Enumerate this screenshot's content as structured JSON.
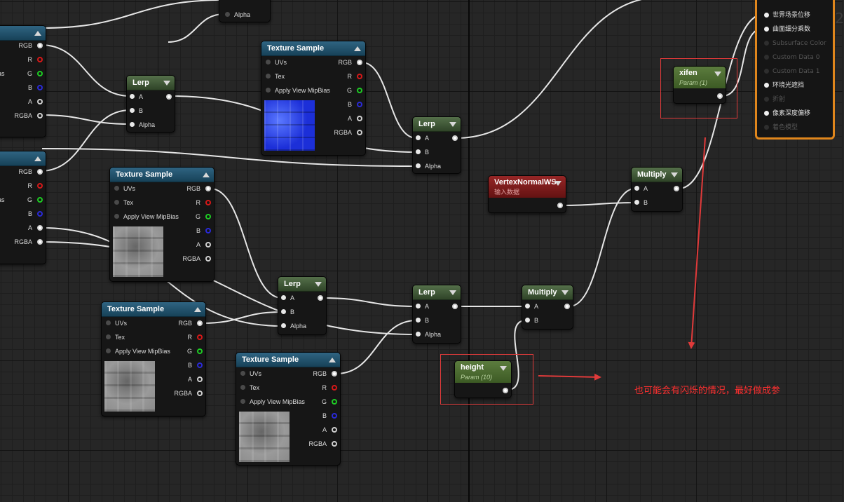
{
  "zoom_label": "缩放-2",
  "nodes": {
    "left_top": {
      "pins": {
        "rgb": "RGB",
        "r": "R",
        "g": "G",
        "b": "B",
        "a": "A",
        "rgba": "RGBA"
      },
      "cut_label": "ias"
    },
    "left_mid": {
      "pins": {
        "rgb": "RGB",
        "r": "R",
        "g": "G",
        "b": "B",
        "a": "A",
        "rgba": "RGBA"
      },
      "cut_label": "ias"
    },
    "alpha_pin_top": "Alpha",
    "lerp1": {
      "title": "Lerp",
      "a": "A",
      "b": "B",
      "alpha": "Alpha"
    },
    "tex1": {
      "title": "Texture Sample",
      "uvs": "UVs",
      "tex": "Tex",
      "mip": "Apply View MipBias",
      "rgb": "RGB",
      "r": "R",
      "g": "G",
      "b": "B",
      "a": "A",
      "rgba": "RGBA"
    },
    "lerp2": {
      "title": "Lerp",
      "a": "A",
      "b": "B",
      "alpha": "Alpha"
    },
    "tex2": {
      "title": "Texture Sample",
      "uvs": "UVs",
      "tex": "Tex",
      "mip": "Apply View MipBias",
      "rgb": "RGB",
      "r": "R",
      "g": "G",
      "b": "B",
      "a": "A",
      "rgba": "RGBA"
    },
    "tex3": {
      "title": "Texture Sample",
      "uvs": "UVs",
      "tex": "Tex",
      "mip": "Apply View MipBias",
      "rgb": "RGB",
      "r": "R",
      "g": "G",
      "b": "B",
      "a": "A",
      "rgba": "RGBA"
    },
    "tex4": {
      "title": "Texture Sample",
      "uvs": "UVs",
      "tex": "Tex",
      "mip": "Apply View MipBias",
      "rgb": "RGB",
      "r": "R",
      "g": "G",
      "b": "B",
      "a": "A",
      "rgba": "RGBA"
    },
    "lerp3": {
      "title": "Lerp",
      "a": "A",
      "b": "B",
      "alpha": "Alpha"
    },
    "lerp4": {
      "title": "Lerp",
      "a": "A",
      "b": "B",
      "alpha": "Alpha"
    },
    "multiply1": {
      "title": "Multiply",
      "a": "A",
      "b": "B"
    },
    "multiply2": {
      "title": "Multiply",
      "a": "A",
      "b": "B"
    },
    "vertex_normal": {
      "title": "VertexNormalWS",
      "subtitle": "输入数据"
    },
    "xifen": {
      "title": "xifen",
      "subtitle": "Param (1)"
    },
    "height": {
      "title": "height",
      "subtitle": "Param (10)"
    }
  },
  "result_node": {
    "pins": [
      {
        "label": "世界场景位移",
        "active": true
      },
      {
        "label": "曲面细分乘数",
        "active": true
      },
      {
        "label": "Subsurface Color",
        "active": false
      },
      {
        "label": "Custom Data 0",
        "active": false
      },
      {
        "label": "Custom Data 1",
        "active": false
      },
      {
        "label": "环境光遮挡",
        "active": true
      },
      {
        "label": "折射",
        "active": false
      },
      {
        "label": "像素深度偏移",
        "active": true
      },
      {
        "label": "着色模型",
        "active": false
      }
    ]
  },
  "annotation": {
    "text": "也可能会有闪烁的情况，最好做成参",
    "color": "#ff2f2f"
  },
  "colors": {
    "texture_header": "#2f6482",
    "math_header": "#55704a",
    "param_header": "#5c7c3e",
    "input_header": "#962626",
    "result_border": "#e0861c",
    "highlight": "#e03a3a"
  }
}
